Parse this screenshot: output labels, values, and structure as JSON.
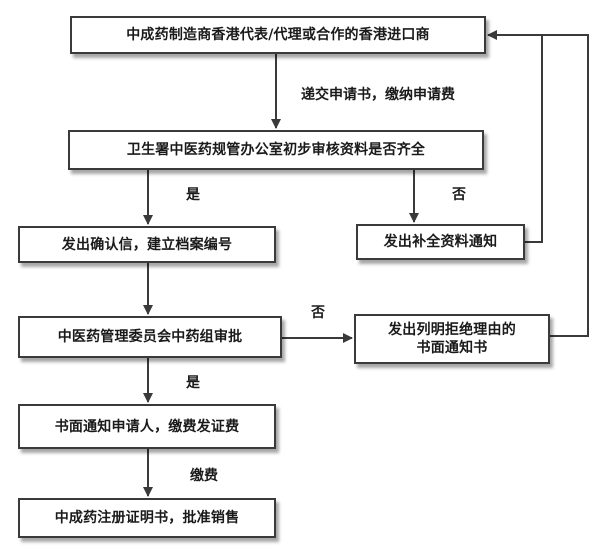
{
  "nodes": {
    "applicant": "中成药制造商香港代表/代理或合作的香港进口商",
    "initial_review": "卫生署中医药规管办公室初步审核资料是否齐全",
    "confirmation": "发出确认信，建立档案编号",
    "supplement_notice": "发出补全资料通知",
    "committee_review": "中医药管理委员会中药组审批",
    "rejection_notice_line1": "发出列明拒绝理由的",
    "rejection_notice_line2": "书面通知书",
    "applicant_notified": "书面通知申请人，缴费发证费",
    "certificate": "中成药注册证明书，批准销售"
  },
  "edge_labels": {
    "submit": "递交申请书，缴纳申请费",
    "yes_1": "是",
    "no_1": "否",
    "no_2": "否",
    "yes_2": "是",
    "pay": "缴费"
  }
}
